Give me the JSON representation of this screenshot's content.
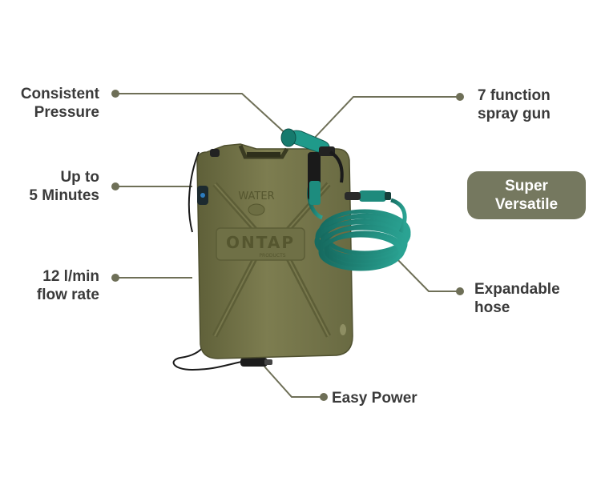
{
  "labels": {
    "consistent_pressure": "Consistent\nPressure",
    "up_to_minutes": "Up to\n5 Minutes",
    "flow_rate": "12 l/min\nflow rate",
    "spray_gun": "7 function\nspray gun",
    "super_versatile": "Super\nVersatile",
    "expandable_hose": "Expandable\nhose",
    "easy_power": "Easy Power"
  },
  "product": {
    "tank_text_water": "WATER",
    "brand_logo": "ONTAP",
    "brand_sub": "PRODUCTS"
  },
  "colors": {
    "tank": "#77774c",
    "hose": "#1f8476",
    "connector_line": "#6e6f57",
    "label_text": "#3a3a3a",
    "pill_bg": "#75785f"
  }
}
